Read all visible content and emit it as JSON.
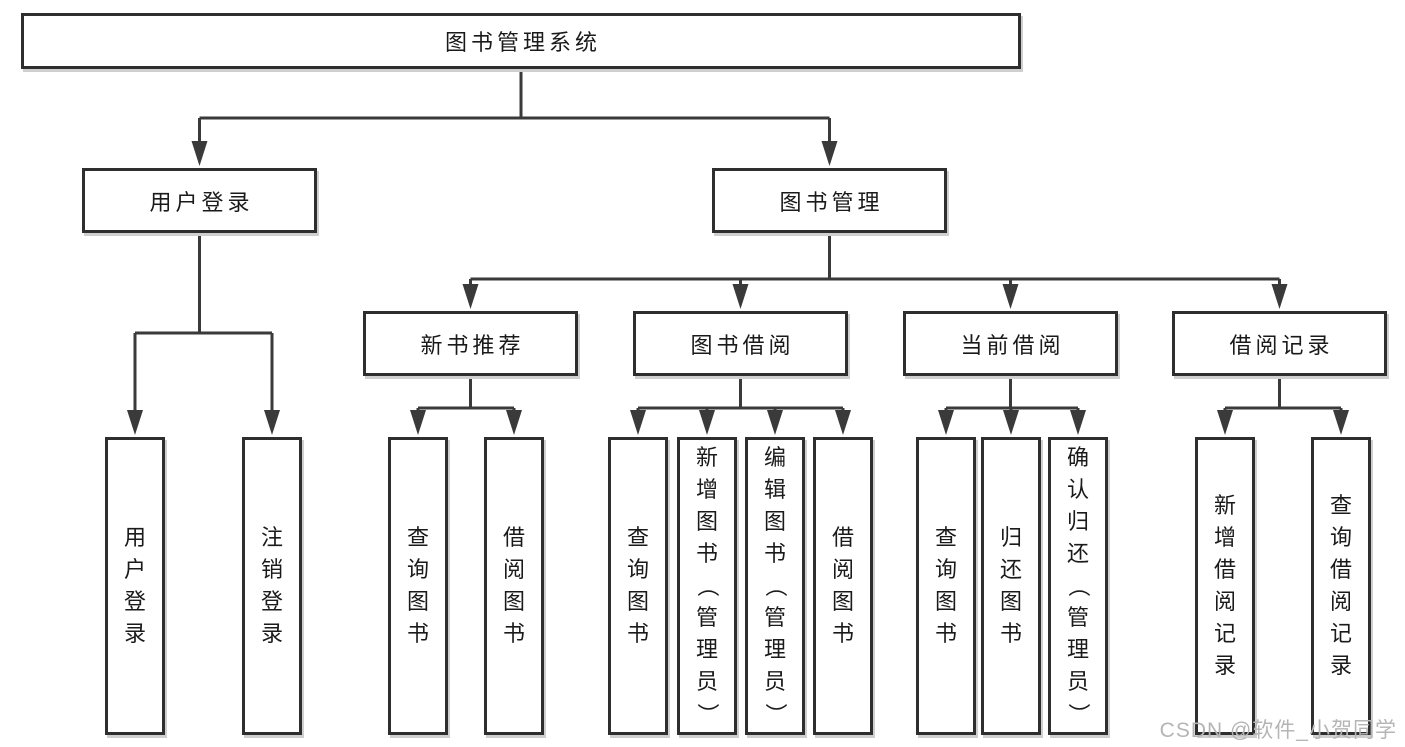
{
  "colors": {
    "line": "#3a3a3a",
    "border": "#2e2e2e",
    "text": "#1a1a1a",
    "background": "#ffffff",
    "watermark": "#b5b5b5"
  },
  "tree": {
    "root": {
      "label": "图书管理系统"
    },
    "level2": [
      {
        "label": "用户登录"
      },
      {
        "label": "图书管理"
      }
    ],
    "level3": [
      {
        "label": "新书推荐"
      },
      {
        "label": "图书借阅"
      },
      {
        "label": "当前借阅"
      },
      {
        "label": "借阅记录"
      }
    ],
    "leaves": {
      "user_login": [
        "用户登录",
        "注销登录"
      ],
      "new_book_recommend": [
        "查询图书",
        "借阅图书"
      ],
      "book_borrowing": [
        "查询图书",
        "新增图书（管理员）",
        "编辑图书（管理员）",
        "借阅图书"
      ],
      "current_borrowing": [
        "查询图书",
        "归还图书",
        "确认归还（管理员）"
      ],
      "borrowing_records": [
        "新增借阅记录",
        "查询借阅记录"
      ]
    }
  },
  "watermark": {
    "text": "CSDN @软件_小贺同学"
  }
}
